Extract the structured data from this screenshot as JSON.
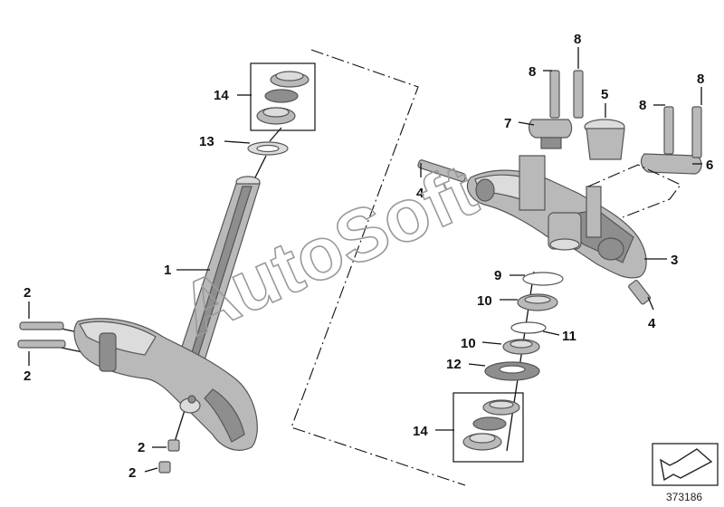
{
  "diagram": {
    "watermark": "AutoSoft",
    "reference_number": "373186",
    "callouts": {
      "c1": "1",
      "c2a": "2",
      "c2b": "2",
      "c2c": "2",
      "c2d": "2",
      "c3": "3",
      "c4a": "4",
      "c4b": "4",
      "c5": "5",
      "c6": "6",
      "c7": "7",
      "c8a": "8",
      "c8b": "8",
      "c8c": "8",
      "c8d": "8",
      "c9": "9",
      "c10a": "10",
      "c10b": "10",
      "c11": "11",
      "c12": "12",
      "c13": "13",
      "c14a": "14",
      "c14b": "14"
    }
  }
}
